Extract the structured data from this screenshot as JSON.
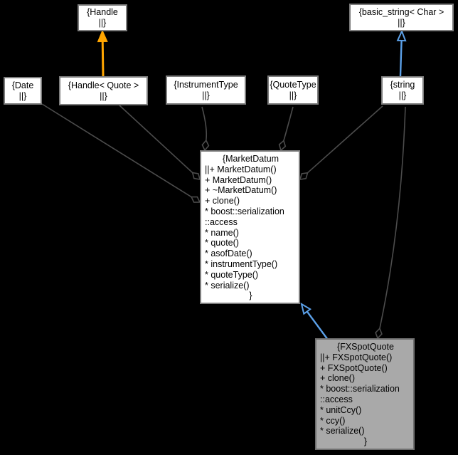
{
  "diagram": {
    "kind": "collaboration-graph",
    "colors": {
      "background": "#000000",
      "node_fill": "#ffffff",
      "node_border": "#7d7d7d",
      "focus_node_fill": "#a9a9a9",
      "focus_node_border": "#6f6f6f",
      "aggregation_edge": "#4c4c4c",
      "inheritance_edge": "#5ba0e8",
      "template_edge": "#ffa500"
    },
    "nodes": [
      {
        "id": "handle",
        "kind": "plain",
        "lines": [
          "{Handle",
          "||}"
        ]
      },
      {
        "id": "basic_string",
        "kind": "plain",
        "lines": [
          "{basic_string< Char >",
          "||}"
        ]
      },
      {
        "id": "date",
        "kind": "plain",
        "lines": [
          "{Date",
          "||}"
        ]
      },
      {
        "id": "handle_quote",
        "kind": "plain",
        "lines": [
          "{Handle< Quote >",
          "||}"
        ]
      },
      {
        "id": "instrument_type",
        "kind": "plain",
        "lines": [
          "{InstrumentType",
          "||}"
        ]
      },
      {
        "id": "quote_type",
        "kind": "plain",
        "lines": [
          "{QuoteType",
          "||}"
        ]
      },
      {
        "id": "string",
        "kind": "plain",
        "lines": [
          "{string",
          "||}"
        ]
      },
      {
        "id": "marketdatum",
        "kind": "record",
        "lines": [
          "{MarketDatum",
          "||+ MarketDatum()",
          "+ MarketDatum()",
          "+ ~MarketDatum()",
          "+ clone()",
          "* boost::serialization",
          "::access",
          "* name()",
          "* quote()",
          "* asofDate()",
          "* instrumentType()",
          "* quoteType()",
          "* serialize()",
          "}"
        ]
      },
      {
        "id": "fxspotquote",
        "kind": "record-focus",
        "lines": [
          "{FXSpotQuote",
          "||+ FXSpotQuote()",
          "+ FXSpotQuote()",
          "+ clone()",
          "* boost::serialization",
          "::access",
          "* unitCcy()",
          "* ccy()",
          "* serialize()",
          "}"
        ]
      }
    ],
    "edges": [
      {
        "id": "date-marketdatum",
        "from": "date",
        "to": "marketdatum",
        "relation": "aggregation"
      },
      {
        "id": "handlequote-marketdatum",
        "from": "handle_quote",
        "to": "marketdatum",
        "relation": "aggregation"
      },
      {
        "id": "instrumenttype-marketdatum",
        "from": "instrument_type",
        "to": "marketdatum",
        "relation": "aggregation"
      },
      {
        "id": "quotetype-marketdatum",
        "from": "quote_type",
        "to": "marketdatum",
        "relation": "aggregation"
      },
      {
        "id": "string-marketdatum",
        "from": "string",
        "to": "marketdatum",
        "relation": "aggregation"
      },
      {
        "id": "string-fxspotquote",
        "from": "string",
        "to": "fxspotquote",
        "relation": "aggregation"
      },
      {
        "id": "handlequote-handle",
        "from": "handle_quote",
        "to": "handle",
        "relation": "template-instantiation"
      },
      {
        "id": "string-basicstring",
        "from": "string",
        "to": "basic_string",
        "relation": "inheritance"
      },
      {
        "id": "fxspotquote-marketdatum",
        "from": "fxspotquote",
        "to": "marketdatum",
        "relation": "inheritance"
      }
    ]
  }
}
